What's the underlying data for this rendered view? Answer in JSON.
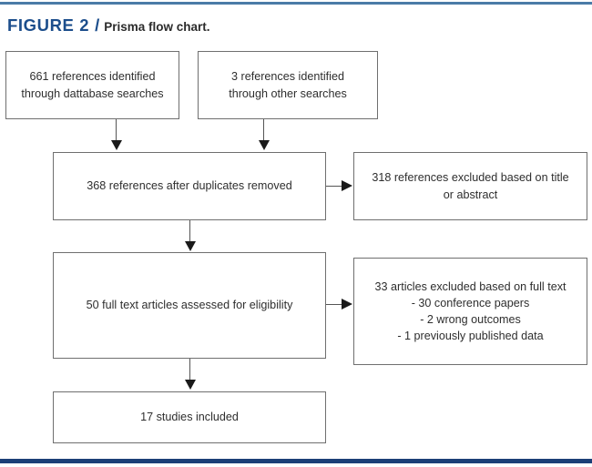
{
  "figure": {
    "label": "FIGURE 2",
    "separator": "/",
    "caption": "Prisma flow chart."
  },
  "colors": {
    "rule_top": "#4a7ba7",
    "rule_bottom": "#1c3f77",
    "label_blue": "#1c4e8c",
    "box_border": "#6f6f6f",
    "text": "#2e2e2e",
    "connector": "#555555"
  },
  "chart_data": {
    "type": "diagram",
    "title": "Prisma flow chart.",
    "nodes": [
      {
        "id": "identified-db",
        "lines": [
          "661 references identified",
          "through dattabase searches"
        ],
        "count": 661
      },
      {
        "id": "identified-other",
        "lines": [
          "3 references identified",
          "through other searches"
        ],
        "count": 3
      },
      {
        "id": "after-dupes",
        "lines": [
          "368 references after duplicates removed"
        ],
        "count": 368
      },
      {
        "id": "excluded-title",
        "lines": [
          "318 references excluded based on title",
          "or abstract"
        ],
        "count": 318
      },
      {
        "id": "fulltext",
        "lines": [
          "50 full text articles assessed for eligibility"
        ],
        "count": 50
      },
      {
        "id": "excluded-full",
        "lines": [
          "33 articles excluded based on full text",
          "- 30 conference papers",
          "- 2 wrong outcomes",
          "- 1 previously published data"
        ],
        "count": 33
      },
      {
        "id": "included",
        "lines": [
          "17 studies included"
        ],
        "count": 17
      }
    ],
    "edges": [
      {
        "from": "identified-db",
        "to": "after-dupes",
        "direction": "down"
      },
      {
        "from": "identified-other",
        "to": "after-dupes",
        "direction": "down"
      },
      {
        "from": "after-dupes",
        "to": "excluded-title",
        "direction": "right"
      },
      {
        "from": "after-dupes",
        "to": "fulltext",
        "direction": "down"
      },
      {
        "from": "fulltext",
        "to": "excluded-full",
        "direction": "right"
      },
      {
        "from": "fulltext",
        "to": "included",
        "direction": "down"
      }
    ]
  }
}
